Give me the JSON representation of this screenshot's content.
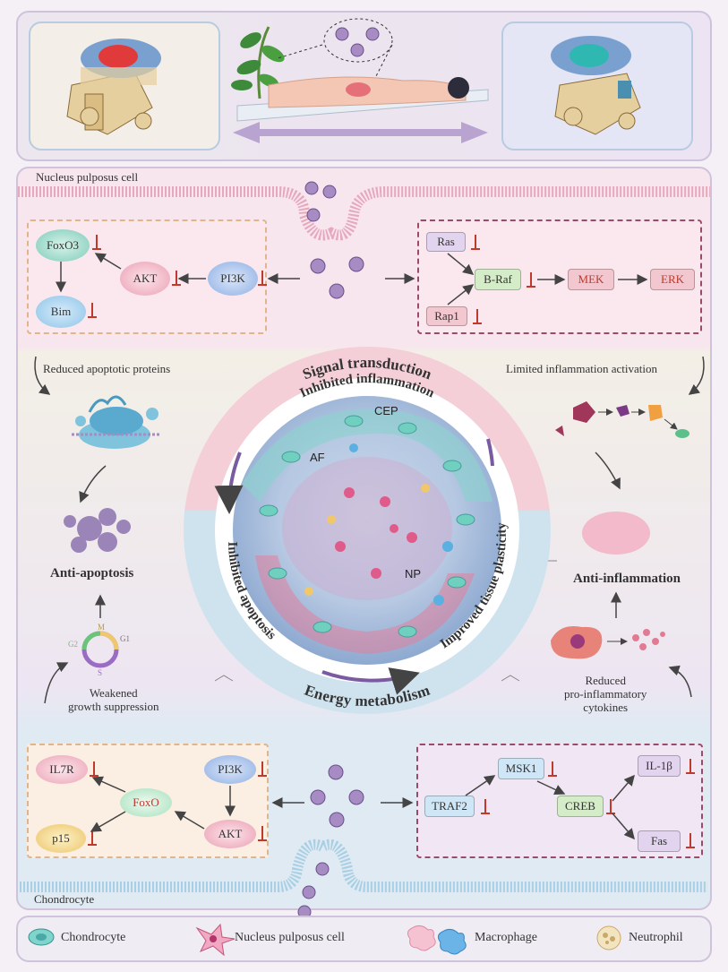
{
  "top": {},
  "np_section": {
    "membrane_label": "Nucleus pulposus cell",
    "left_pathway": {
      "foxo3": "FoxO3",
      "akt": "AKT",
      "pi3k": "PI3K",
      "bim": "Bim"
    },
    "right_pathway": {
      "ras": "Ras",
      "braf": "B-Raf",
      "mek": "MEK",
      "erk": "ERK",
      "rap1": "Rap1"
    }
  },
  "middle": {
    "left_top": "Reduced apoptotic proteins",
    "left_mid": "Anti-apoptosis",
    "cell_cycle": {
      "m": "M",
      "g1": "G1",
      "g2": "G2",
      "s": "S"
    },
    "left_bottom": [
      "Weakened",
      "growth suppression"
    ],
    "right_top": "Limited inflammation activation",
    "right_mid": "Anti-inflammation",
    "right_bottom": [
      "Reduced",
      "pro-inflammatory",
      "cytokines"
    ],
    "ring": {
      "signal": "Signal transduction",
      "energy": "Energy metabolism",
      "inflammation": "Inhibited inflammation",
      "apoptosis": "Inhibited apoptosis",
      "plasticity": "Improved tissue plasticity"
    },
    "disc": {
      "cep": "CEP",
      "af": "AF",
      "np": "NP"
    }
  },
  "chondro_section": {
    "membrane_label": "Chondrocyte",
    "left_pathway": {
      "il7r": "IL7R",
      "foxo": "FoxO",
      "pi3k": "PI3K",
      "p15": "p15",
      "akt": "AKT"
    },
    "right_pathway": {
      "traf2": "TRAF2",
      "msk1": "MSK1",
      "creb": "CREB",
      "il1b": "IL-1β",
      "fas": "Fas"
    }
  },
  "legend": {
    "chondrocyte": "Chondrocyte",
    "np_cell": "Nucleus pulposus cell",
    "macrophage": "Macrophage",
    "neutrophil": "Neutrophil"
  },
  "colors": {
    "inhibit": "#c0392b",
    "ring_pink": "#f5cfd7",
    "ring_blue": "#cfe3ee"
  }
}
